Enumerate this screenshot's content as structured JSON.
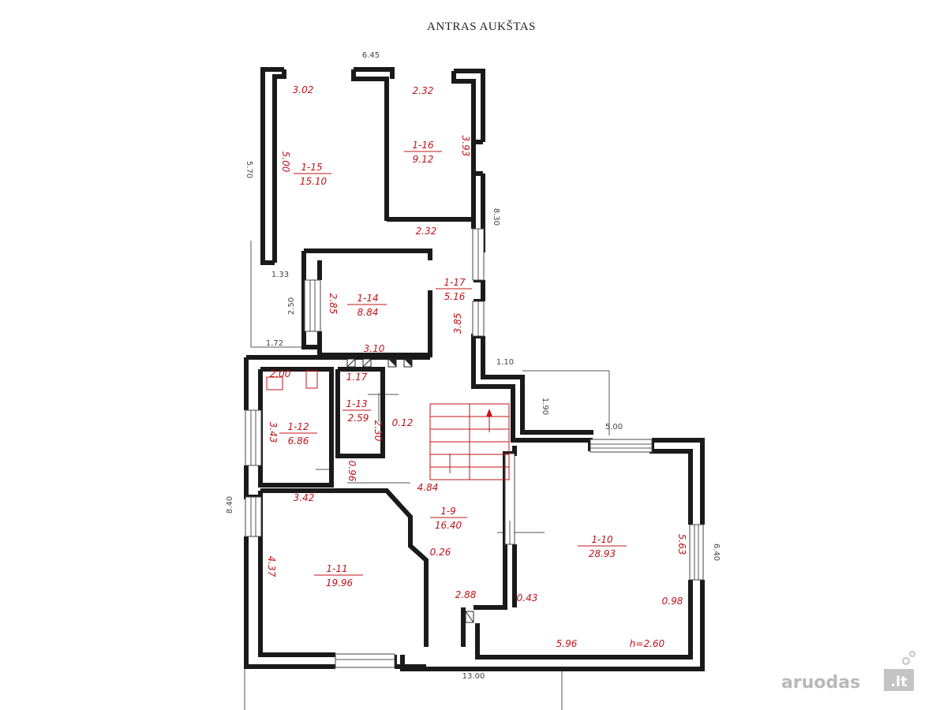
{
  "title": "ANTRAS AUKŠTAS",
  "dimensions": {
    "top_width": "6.45",
    "left_upper_height": "5.70",
    "right_upper_height": "8.30",
    "left_notch_width": "1.33",
    "left_notch_height": "2.50",
    "left_notch_bottom": "1.72",
    "step_width": "1.10",
    "step_height": "1.90",
    "right_room_width": "5.00",
    "left_lower_height": "8.40",
    "right_lower_height": "6.40",
    "bottom_width": "13.00"
  },
  "rooms": [
    {
      "id": "1-15",
      "area": "15.10",
      "width": "3.02",
      "height": "5.00"
    },
    {
      "id": "1-16",
      "area": "9.12",
      "width": "2.32",
      "height": "3.93"
    },
    {
      "id": "1-14",
      "area": "8.84",
      "width": "3.10",
      "height": "2.85"
    },
    {
      "id": "1-17",
      "area": "5.16",
      "width": "2.32",
      "height": "3.85"
    },
    {
      "id": "1-12",
      "area": "6.86",
      "width": "2.00",
      "height": "3.43"
    },
    {
      "id": "1-13",
      "area": "2.59",
      "width": "1.17",
      "height": "2.30"
    },
    {
      "id": "1-11",
      "area": "19.96",
      "width": "3.42",
      "height": "4.37"
    },
    {
      "id": "1-9",
      "area": "16.40",
      "width": "4.84",
      "height": "2.88"
    },
    {
      "id": "1-10",
      "area": "28.93",
      "width": "5.96",
      "height": "5.63"
    }
  ],
  "small_labels": {
    "label_012": "0.12",
    "label_096": "0.96",
    "label_026": "0.26",
    "label_043": "0.43",
    "label_098": "0.98",
    "ceiling_height": "h=2.60"
  },
  "watermark": {
    "brand": "aruodas",
    "tld": ".lt"
  }
}
